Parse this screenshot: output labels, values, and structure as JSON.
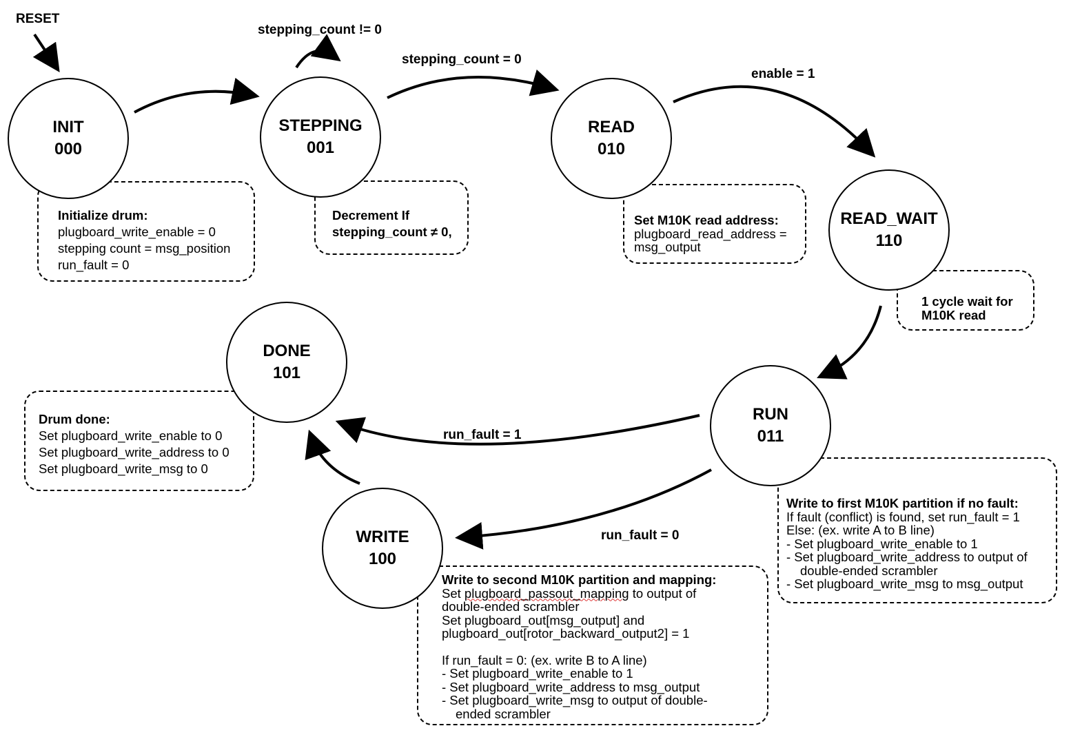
{
  "reset_label": "RESET",
  "states": {
    "init": {
      "name": "INIT",
      "code": "000"
    },
    "stepping": {
      "name": "STEPPING",
      "code": "001"
    },
    "read": {
      "name": "READ",
      "code": "010"
    },
    "read_wait": {
      "name": "READ_WAIT",
      "code": "110"
    },
    "run": {
      "name": "RUN",
      "code": "011"
    },
    "write": {
      "name": "WRITE",
      "code": "100"
    },
    "done": {
      "name": "DONE",
      "code": "101"
    }
  },
  "transitions": {
    "stepping_loop": "stepping_count != 0",
    "stepping_to_read": "stepping_count = 0",
    "read_to_wait": "enable = 1",
    "run_to_done": "run_fault = 1",
    "run_to_write": "run_fault = 0"
  },
  "notes": {
    "init": {
      "title": "Initialize drum:",
      "lines": [
        "plugboard_write_enable = 0",
        "stepping count = msg_position",
        "run_fault = 0"
      ]
    },
    "stepping": {
      "title_1": "Decrement If",
      "title_2": "stepping_count ≠ 0,"
    },
    "read": {
      "title": "Set M10K read address:",
      "lines": [
        "plugboard_read_address =",
        "msg_output"
      ]
    },
    "read_wait": {
      "lines": [
        "1 cycle wait for",
        "M10K read"
      ]
    },
    "done": {
      "title": "Drum done:",
      "lines": [
        "Set plugboard_write_enable to 0",
        "Set plugboard_write_address to 0",
        "Set plugboard_write_msg to 0"
      ]
    },
    "run": {
      "title": "Write to first M10K partition if no fault:",
      "lines": [
        "If fault (conflict) is found, set run_fault = 1",
        "Else: (ex. write A to B line)",
        "-  Set plugboard_write_enable to 1",
        "-  Set plugboard_write_address to output of",
        "double-ended scrambler",
        "-  Set plugboard_write_msg to msg_output"
      ]
    },
    "write": {
      "title": "Write to second M10K partition and mapping:",
      "line1_pre": "Set ",
      "line1_squig": "plugboard_passout_mapping",
      "line1_post": " to output of",
      "lines": [
        "double-ended scrambler",
        "Set plugboard_out[msg_output] and",
        "plugboard_out[rotor_backward_output2] = 1",
        "If run_fault = 0: (ex. write B to A line)",
        "-  Set plugboard_write_enable to 1",
        "-  Set plugboard_write_address to msg_output",
        "-  Set plugboard_write_msg to output of double-",
        "ended scrambler"
      ]
    }
  }
}
